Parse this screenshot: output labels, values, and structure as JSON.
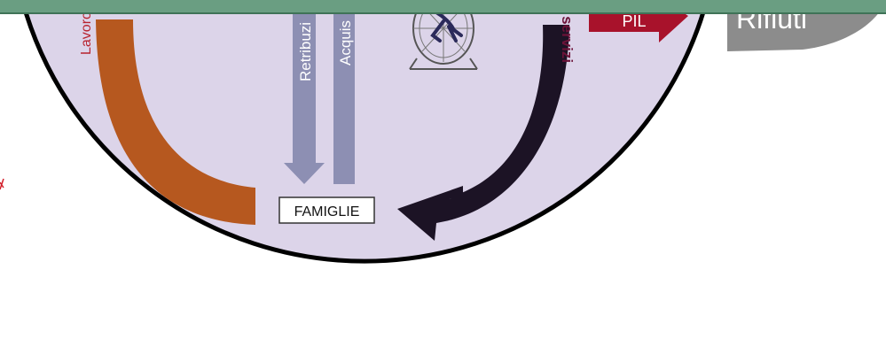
{
  "labels": {
    "lavoro": "Lavoro",
    "retribuzioni": "Retribuzi",
    "acquisti": "Acquis",
    "beni_servizi": "e servizi",
    "famiglie": "FAMIGLIE",
    "pil": "PIL",
    "rifiuti": "Rifiuti"
  },
  "colors": {
    "circle_fill": "#dcd4e9",
    "lavoro_arrow": "#b6581f",
    "beni_arrow": "#1c1325",
    "money_arrows": "#8d8fb3",
    "pil_arrow": "#a8122b",
    "rifiuti_shape": "#8c8c8c",
    "label_red": "#b8232f",
    "label_maroon": "#6b1238",
    "topbar": "#6a9e82"
  },
  "icons": [
    "hamster-wheel-runner-icon"
  ]
}
